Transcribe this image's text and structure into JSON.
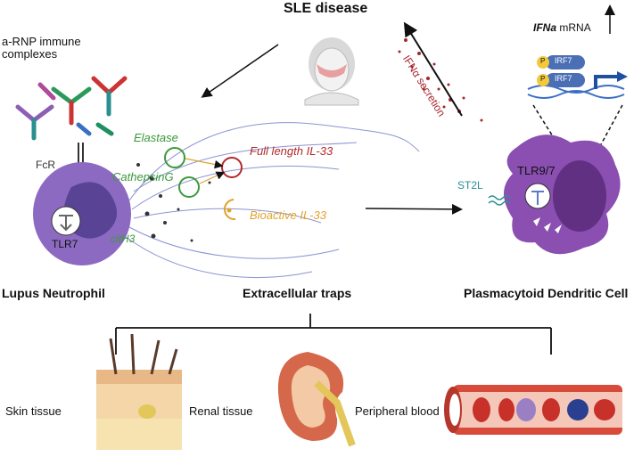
{
  "title": "SLE disease",
  "immune_complexes_label": "a-RNP immune\ncomplexes",
  "fcr_label": "FcR",
  "tlr7_label": "TLR7",
  "cith3_label": "citH3",
  "elastase_label": "Elastase",
  "cathepsin_label": "CathepsinG",
  "full_length_label": "Full length IL-33",
  "bioactive_label": "Bioactive IL-33",
  "ifn_secretion_label": "IFNα secretion",
  "ifna_gene_label": "IFNa",
  "mrna_label": "mRNA",
  "irf7_label": "IRF7",
  "phospho_label": "P",
  "st2l_label": "ST2L",
  "tlr97_label": "TLR9/7",
  "neutrophil_title": "Lupus Neutrophil",
  "traps_title": "Extracellular traps",
  "pdc_title": "Plasmacytoid Dendritic Cell",
  "tissues": {
    "skin": "Skin tissue",
    "renal": "Renal tissue",
    "blood": "Peripheral blood"
  },
  "colors": {
    "elastase": "#3a9a3a",
    "full_length": "#b22a2a",
    "bioactive": "#e0a32e",
    "neutrophil": "#8c6ac2",
    "pdc": "#8a4fb0",
    "ifn": "#a6262b",
    "st2l": "#2a8f8f"
  }
}
